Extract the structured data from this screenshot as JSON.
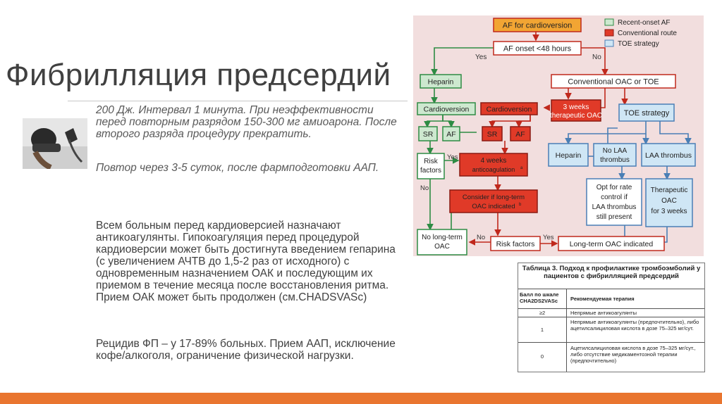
{
  "slide": {
    "title": "Фибрилляция предсердий",
    "note1": "200 Дж. Интервал 1 минута. При неэффективности перед повторным разрядом 150-300 мг амиоарона. После второго разряда процедуру прекратить.",
    "note2": "Повтор через 3-5 суток, после фармподготовки ААП.",
    "paragraph1": "Всем больным перед кардиоверсией назначают антикоагулянты. Гипокоагуляция перед процедурой кардиоверсии может быть достигнута введением гепарина (с увеличением АЧТВ до 1,5-2 раз от исходного) с одновременным назначением ОАК и последующим их приемом в течение месяца после восстановления ритма. Прием ОАК может быть продолжен (см.CHADSVASc)",
    "paragraph2": "Рецидив ФП – у 17-89% больных. Прием ААП, исключение кофе/алкоголя, ограничение физической нагрузки."
  },
  "flowchart": {
    "legend": {
      "recent": "Recent-onset AF",
      "conventional": "Conventional route",
      "toe": "TOE strategy"
    },
    "colors": {
      "panel": "#f2dede",
      "recent_fill": "#cde8cf",
      "conventional_fill": "#e03a28",
      "toe_fill": "#cfe6f5",
      "start_fill": "#f2a533",
      "edge_green": "#2e8b44",
      "edge_red": "#c0281c",
      "edge_blue": "#4a7fb5"
    },
    "nodes": {
      "start": "AF for cardioversion",
      "onset": "AF onset <48 hours",
      "heparin": "Heparin",
      "conv_oac": "Conventional OAC or TOE",
      "cardio_green": "Cardioversion",
      "cardio_red": "Cardioversion",
      "weeks3_1": "3 weeks",
      "weeks3_2": "therapeutic OAC",
      "toe": "TOE strategy",
      "sr_green": "SR",
      "af_green": "AF",
      "sr_red": "SR",
      "af_red": "AF",
      "risk_1": "Risk",
      "risk_2": "factors",
      "weeks4_1": "4 weeks",
      "weeks4_2": "anticoagulation",
      "heparin2": "Heparin",
      "no_laa_1": "No LAA",
      "no_laa_2": "thrombus",
      "laa": "LAA thrombus",
      "consider_1": "Consider if long-term",
      "consider_2": "OAC indicated",
      "rate_1": "Opt for rate",
      "rate_2": "control if",
      "rate_3": "LAA thrombus",
      "rate_4": "still present",
      "ther_1": "Therapeutic",
      "ther_2": "OAC",
      "ther_3": "for 3 weeks",
      "no_long_1": "No long-term",
      "no_long_2": "OAC",
      "risk_bottom": "Risk factors",
      "long_term": "Long-term OAC indicated"
    },
    "labels": {
      "yes_top": "Yes",
      "no_top": "No",
      "yes_risk": "Yes",
      "no_risk": "No",
      "no_bottom": "No",
      "yes_bottom": "Yes",
      "footnote_a": "a",
      "footnote_b": "b"
    }
  },
  "table": {
    "title": "Таблица 3. Подход к профилактике тромбоэмболий у пациентов с фибрилляцией предсердий",
    "header_score": "Балл по шкале CHA2DS2VASc",
    "header_therapy": "Рекомендуемая терапия",
    "rows": [
      {
        "score": "≥2",
        "therapy": "Непрямые антикоагулянты"
      },
      {
        "score": "1",
        "therapy": "Непрямые антикоагулянты (предпочтительно), либо ацетилсалициловая кислота в дозе 75–325 мг/сут."
      },
      {
        "score": "0",
        "therapy": "Ацетилсалициловая кислота в дозе 75–325 мг/сут., либо отсутствие медикаментозной терапии (предпочтительно)"
      }
    ]
  }
}
